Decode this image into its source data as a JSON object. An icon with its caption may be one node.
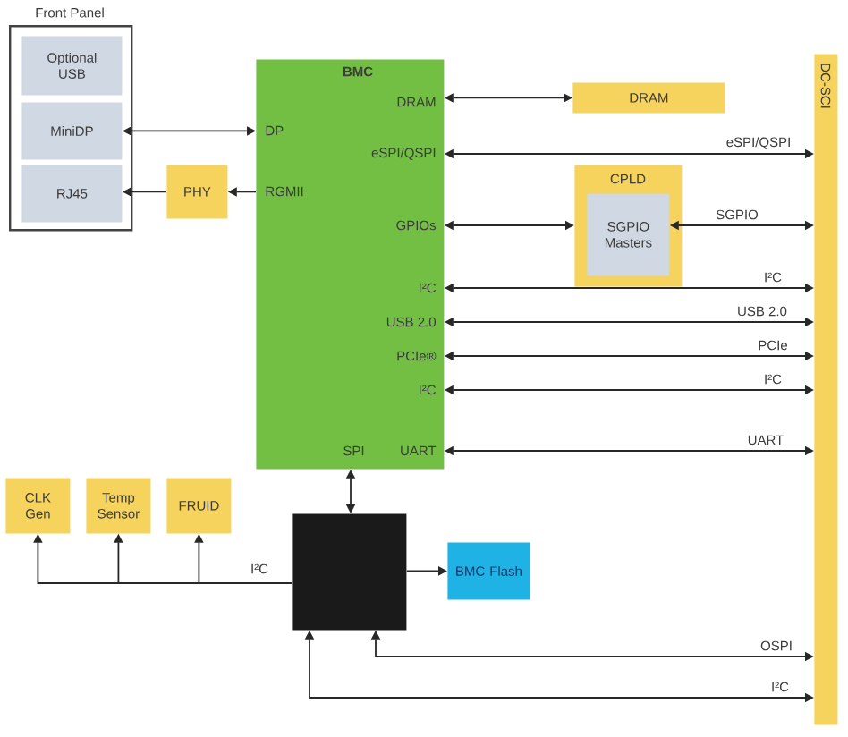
{
  "diagram": {
    "nodes": [
      {
        "text": [
          "Front Panel"
        ]
      },
      {
        "text": [
          "Optional USB"
        ],
        "in": 0
      },
      {
        "text": [
          "MiniDP"
        ],
        "in": 0
      },
      {
        "text": [
          "RJ45"
        ],
        "in": 0
      },
      {
        "text": [
          "BMC",
          "DRAM",
          "DP",
          "eSPI/QSPI",
          "RGMII",
          "GPIOs",
          "I²C",
          "USB 2.0",
          "PCIe®",
          "I²C",
          "SPI",
          "UART"
        ]
      },
      {
        "text": [
          "PHY"
        ]
      },
      {
        "text": [
          "DRAM"
        ]
      },
      {
        "text": [
          "CPLD"
        ]
      },
      {
        "text": [
          "SGPIO Masters"
        ],
        "in": 7
      },
      {
        "text": [
          "DC-SCI"
        ]
      },
      {
        "text": [
          "CLK Gen"
        ]
      },
      {
        "text": [
          "Temp Sensor"
        ]
      },
      {
        "text": [
          "FRUID"
        ]
      },
      {
        "text": [],
        "shape": "box"
      },
      {
        "text": [
          "BMC Flash"
        ]
      }
    ],
    "edges": [
      {
        "from": 2,
        "to": 4,
        "arrow": "both"
      },
      {
        "from": 4,
        "to": 5,
        "arrow": "to"
      },
      {
        "from": 5,
        "to": 3,
        "arrow": "to"
      },
      {
        "from": 4,
        "to": 6,
        "arrow": "both"
      },
      {
        "from": 4,
        "to": 9,
        "arrow": "both",
        "label": "eSPI/QSPI"
      },
      {
        "from": 4,
        "to": 7,
        "arrow": "both"
      },
      {
        "from": 8,
        "to": 9,
        "arrow": "both",
        "label": "SGPIO"
      },
      {
        "from": 4,
        "to": 9,
        "arrow": "both",
        "label": "I²C"
      },
      {
        "from": 4,
        "to": 9,
        "arrow": "both",
        "label": "USB 2.0"
      },
      {
        "from": 4,
        "to": 9,
        "arrow": "both",
        "label": "PCIe"
      },
      {
        "from": 4,
        "to": 9,
        "arrow": "both",
        "label": "I²C"
      },
      {
        "from": 4,
        "to": 9,
        "arrow": "both",
        "label": "UART"
      },
      {
        "from": 4,
        "to": 13,
        "arrow": "both"
      },
      {
        "from": 13,
        "to": 10,
        "arrow": "to"
      },
      {
        "from": 13,
        "to": 11,
        "arrow": "to"
      },
      {
        "from": 13,
        "to": 12,
        "arrow": "to",
        "label": "I²C"
      },
      {
        "from": 13,
        "to": 14,
        "arrow": "to"
      },
      {
        "from": 13,
        "to": 9,
        "arrow": "both",
        "label": "OSPI"
      },
      {
        "from": 13,
        "to": 9,
        "arrow": "both",
        "label": "I²C"
      }
    ]
  }
}
